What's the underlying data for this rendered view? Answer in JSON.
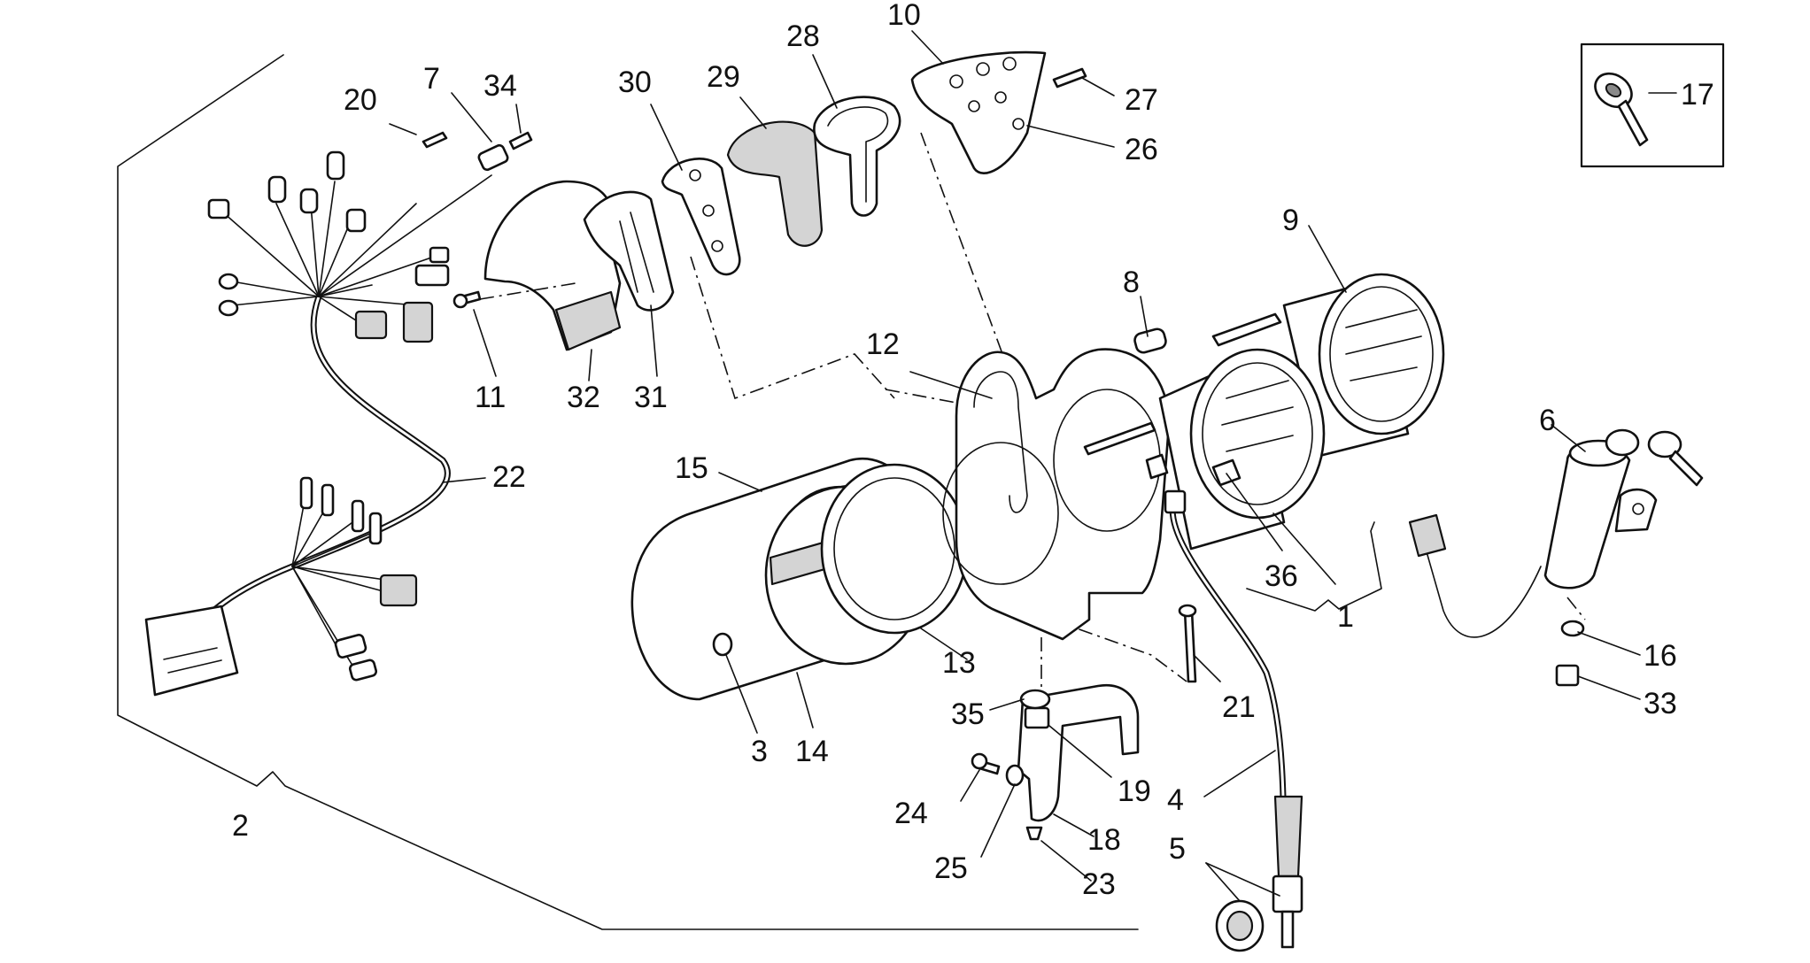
{
  "diagram": {
    "callouts": [
      "17",
      "7",
      "34",
      "20",
      "28",
      "10",
      "30",
      "29",
      "27",
      "26",
      "9",
      "8",
      "11",
      "32",
      "31",
      "12",
      "22",
      "15",
      "6",
      "36",
      "1",
      "13",
      "16",
      "33",
      "3",
      "14",
      "35",
      "21",
      "19",
      "24",
      "4",
      "18",
      "25",
      "5",
      "23",
      "2"
    ]
  }
}
